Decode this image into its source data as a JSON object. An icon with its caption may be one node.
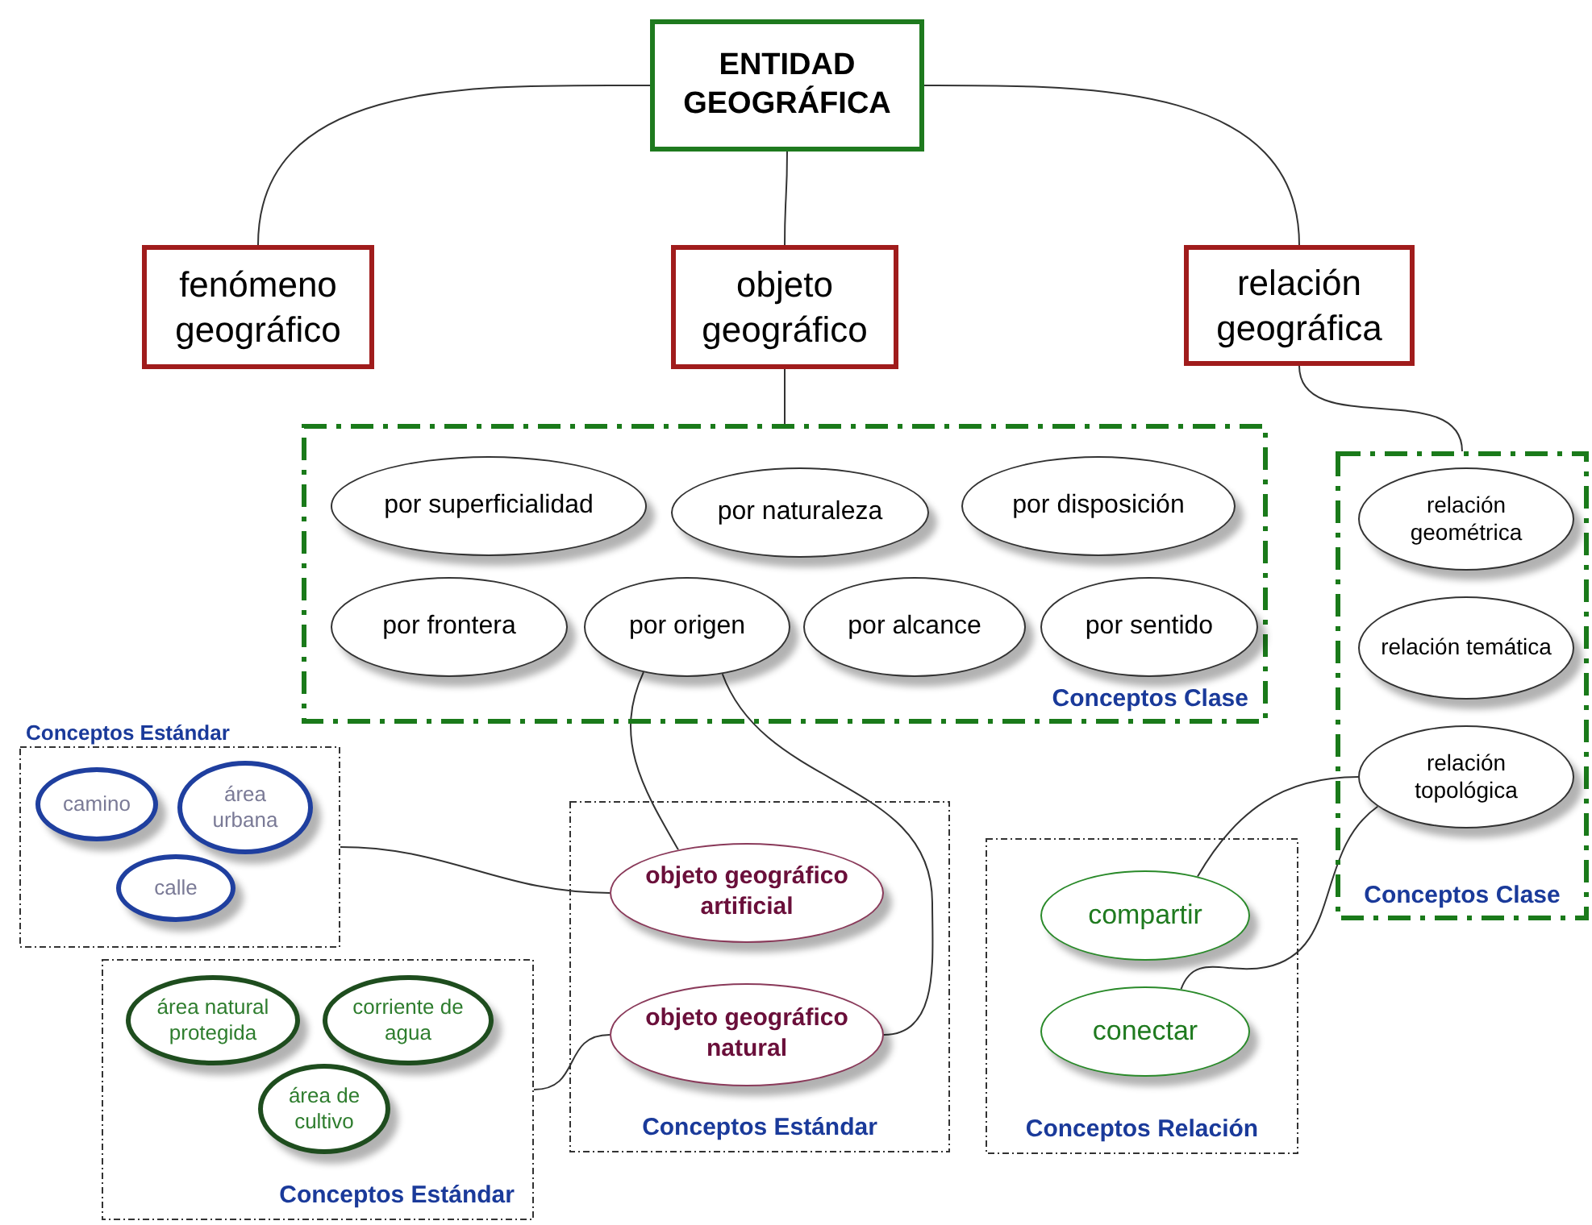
{
  "diagram": {
    "nodes": [
      {
        "text": [
          "ENTIDAD GEOGRÁFICA"
        ]
      },
      {
        "text": [
          "fenómeno geográfico"
        ]
      },
      {
        "text": [
          "objeto geográfico"
        ]
      },
      {
        "text": [
          "relación geográfica"
        ]
      },
      {
        "text": [
          "Conceptos Clase"
        ]
      },
      {
        "text": [
          "por superficialidad"
        ],
        "in": 4
      },
      {
        "text": [
          "por naturaleza"
        ],
        "in": 4
      },
      {
        "text": [
          "por disposición"
        ],
        "in": 4
      },
      {
        "text": [
          "por frontera"
        ],
        "in": 4
      },
      {
        "text": [
          "por origen"
        ],
        "in": 4
      },
      {
        "text": [
          "por alcance"
        ],
        "in": 4
      },
      {
        "text": [
          "por sentido"
        ],
        "in": 4
      },
      {
        "text": [
          "Conceptos Clase"
        ]
      },
      {
        "text": [
          "relación geométrica"
        ],
        "in": 12
      },
      {
        "text": [
          "relación temática"
        ],
        "in": 12
      },
      {
        "text": [
          "relación topológica"
        ],
        "in": 12
      },
      {
        "text": [
          "Conceptos Estándar"
        ]
      },
      {
        "text": [
          "camino"
        ],
        "in": 16
      },
      {
        "text": [
          "área urbana"
        ],
        "in": 16
      },
      {
        "text": [
          "calle"
        ],
        "in": 16
      },
      {
        "text": [
          "Conceptos Estándar"
        ]
      },
      {
        "text": [
          "área natural protegida"
        ],
        "in": 20
      },
      {
        "text": [
          "corriente de agua"
        ],
        "in": 20
      },
      {
        "text": [
          "área de cultivo"
        ],
        "in": 20
      },
      {
        "text": [
          "Conceptos Estándar"
        ]
      },
      {
        "text": [
          "objeto geográfico artificial"
        ],
        "in": 24
      },
      {
        "text": [
          "objeto geográfico natural"
        ],
        "in": 24
      },
      {
        "text": [
          "Conceptos Relación"
        ]
      },
      {
        "text": [
          "compartir"
        ],
        "in": 27
      },
      {
        "text": [
          "conectar"
        ],
        "in": 27
      }
    ],
    "edges": [
      {
        "from": 0,
        "to": 1,
        "arrow": "none"
      },
      {
        "from": 0,
        "to": 2,
        "arrow": "none"
      },
      {
        "from": 0,
        "to": 3,
        "arrow": "none"
      },
      {
        "from": 2,
        "to": 4,
        "arrow": "none"
      },
      {
        "from": 3,
        "to": 12,
        "arrow": "none"
      },
      {
        "from": 9,
        "to": 25,
        "arrow": "none"
      },
      {
        "from": 9,
        "to": 26,
        "arrow": "none"
      },
      {
        "from": 16,
        "to": 25,
        "arrow": "none"
      },
      {
        "from": 20,
        "to": 26,
        "arrow": "none"
      },
      {
        "from": 15,
        "to": 28,
        "arrow": "none"
      },
      {
        "from": 15,
        "to": 29,
        "arrow": "none"
      }
    ]
  }
}
